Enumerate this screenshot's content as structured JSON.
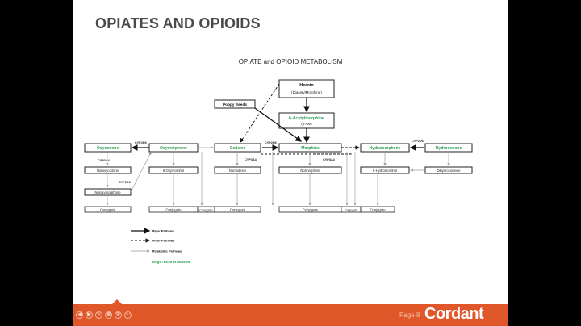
{
  "slide": {
    "title": "OPIATES AND OPIOIDS",
    "page_label": "Page 8",
    "brand": "Cordant"
  },
  "diagram": {
    "title": "OPIATE and OPIOID METABOLISM",
    "nodes": {
      "heroin": {
        "name": "Heroin",
        "sub": "(DiacetylMorphine)"
      },
      "poppy": {
        "name": "Poppy Seeds"
      },
      "mam": {
        "name": "6-Acetylmorphine",
        "sub": "(6-AM)"
      },
      "oxycodone": {
        "name": "Oxycodone"
      },
      "oxymorphone": {
        "name": "Oxymorphone"
      },
      "codeine": {
        "name": "Codeine"
      },
      "morphine": {
        "name": "Morphine"
      },
      "hydromorphone": {
        "name": "Hydromorphone"
      },
      "hydrocodone": {
        "name": "Hydrocodone"
      },
      "noroxycodone": {
        "name": "Noroxycodone"
      },
      "noroxymorphone": {
        "name": "Noroxymorphone"
      },
      "oxymorphol": {
        "name": "6-Oxymorphol"
      },
      "norcodeine": {
        "name": "Norcodeine"
      },
      "normorphine": {
        "name": "Normorphine"
      },
      "hydromorphol": {
        "name": "6-Hydromorphol"
      },
      "dihydrocodeine": {
        "name": "Dihydrocodeine"
      }
    },
    "conjugate_label": "Conjugate",
    "enzymes": {
      "cyp2d6": "CYP2D6",
      "cyp3a4": "CYP3A4"
    },
    "legend": {
      "major": "Major Pathway",
      "minor": "Minor Pathway",
      "metabolite": "Metabolite Pathway",
      "tested": "Drugs Tested at Norchem"
    },
    "colors": {
      "tested_green": "#2e9e4f",
      "box_border": "#222222",
      "arrow_gray": "#9a9a9a"
    }
  },
  "controls": [
    "prev",
    "next",
    "pen",
    "slides",
    "zoom",
    "more"
  ]
}
